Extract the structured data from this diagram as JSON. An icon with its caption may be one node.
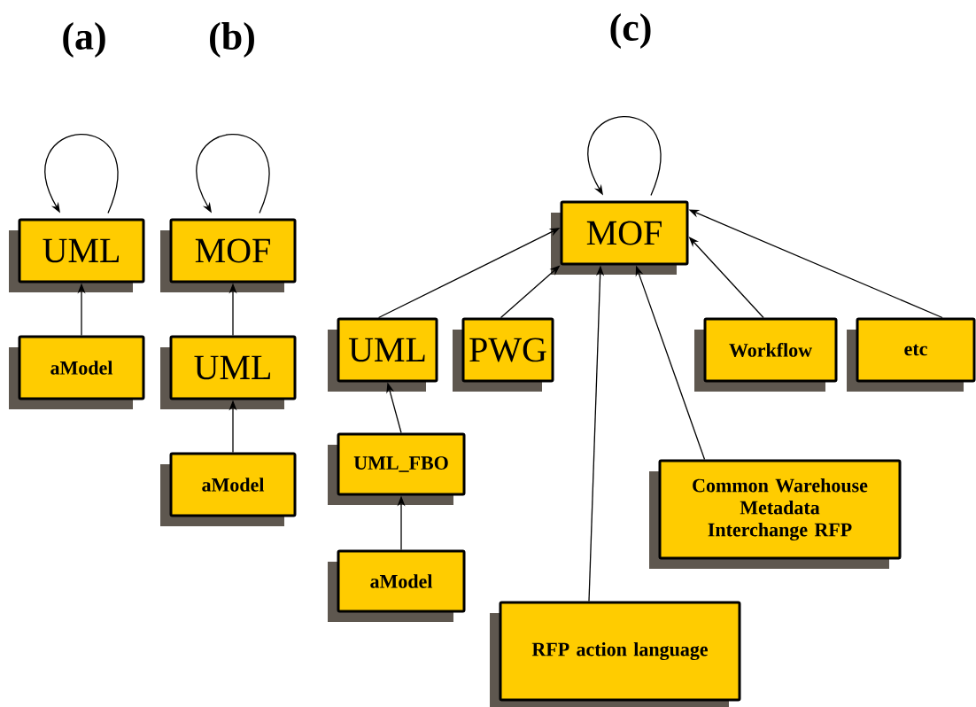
{
  "diagram": {
    "nodes": [
      {
        "text": [
          "UML"
        ]
      },
      {
        "text": [
          "aModel"
        ]
      },
      {
        "text": [
          "MOF"
        ]
      },
      {
        "text": [
          "UML"
        ]
      },
      {
        "text": [
          "aModel"
        ]
      },
      {
        "text": [
          "MOF"
        ]
      },
      {
        "text": [
          "UML"
        ]
      },
      {
        "text": [
          "PWG"
        ]
      },
      {
        "text": [
          "Workflow"
        ]
      },
      {
        "text": [
          "etc"
        ]
      },
      {
        "text": [
          "UML_FBO"
        ]
      },
      {
        "text": [
          "aModel"
        ]
      },
      {
        "text": [
          "Common Warehouse Metadata Interchange RFP"
        ]
      },
      {
        "text": [
          "RFP action language"
        ]
      }
    ],
    "edges": [
      {
        "from": 0,
        "to": 0,
        "arrow": "to"
      },
      {
        "from": 1,
        "to": 0,
        "arrow": "to"
      },
      {
        "from": 2,
        "to": 2,
        "arrow": "to"
      },
      {
        "from": 3,
        "to": 2,
        "arrow": "to"
      },
      {
        "from": 4,
        "to": 3,
        "arrow": "to"
      },
      {
        "from": 5,
        "to": 5,
        "arrow": "to"
      },
      {
        "from": 6,
        "to": 5,
        "arrow": "to"
      },
      {
        "from": 7,
        "to": 5,
        "arrow": "to"
      },
      {
        "from": 13,
        "to": 5,
        "arrow": "to"
      },
      {
        "from": 12,
        "to": 5,
        "arrow": "to"
      },
      {
        "from": 8,
        "to": 5,
        "arrow": "to"
      },
      {
        "from": 9,
        "to": 5,
        "arrow": "to"
      },
      {
        "from": 10,
        "to": 6,
        "arrow": "to"
      },
      {
        "from": 11,
        "to": 10,
        "arrow": "to"
      }
    ],
    "labels": [
      "(a)",
      "(b)",
      "(c)"
    ]
  }
}
